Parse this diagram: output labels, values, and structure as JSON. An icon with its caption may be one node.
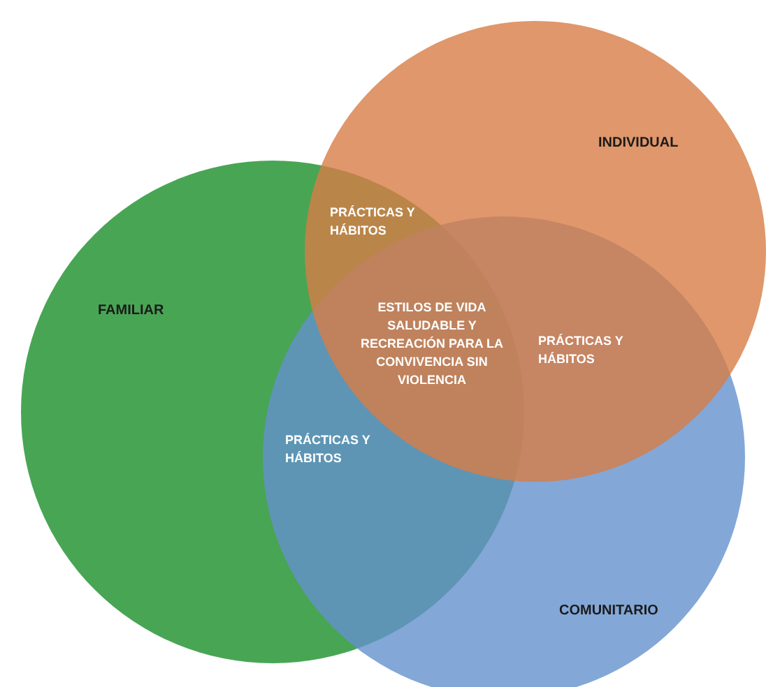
{
  "diagram": {
    "nodes": [
      {
        "text": [
          "FAMILIAR"
        ]
      },
      {
        "text": [
          "INDIVIDUAL"
        ]
      },
      {
        "text": [
          "COMUNITARIO"
        ]
      }
    ],
    "labels": [
      "PRÁCTICAS Y HÁBITOS",
      "ESTILOS DE VIDA SALUDABLE Y RECREACIÓN PARA LA CONVIVENCIA SIN VIOLENCIA",
      "PRÁCTICAS Y HÁBITOS",
      "PRÁCTICAS Y HÁBITOS"
    ]
  }
}
